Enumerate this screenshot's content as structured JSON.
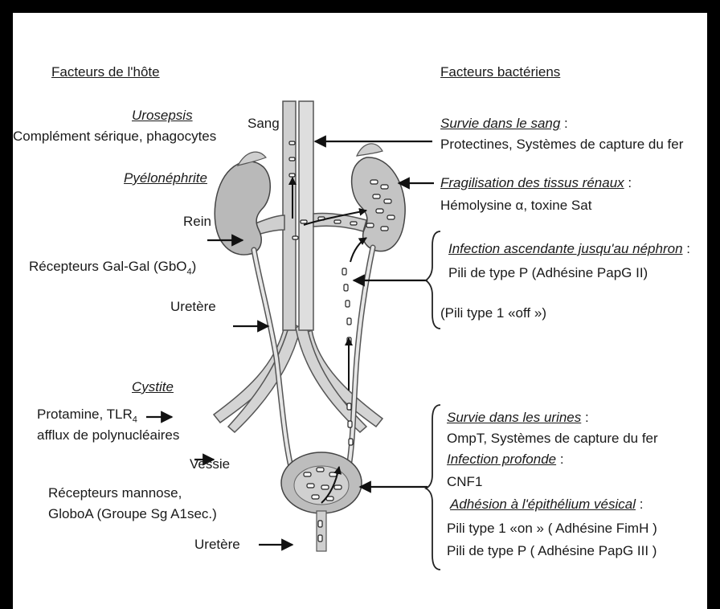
{
  "headings": {
    "host": "Facteurs de l'hôte",
    "bacterial": "Facteurs bactériens"
  },
  "left": {
    "urosepsis_title": "Urosepsis",
    "urosepsis_text": "Complément sérique, phagocytes",
    "pyelo_title": "Pyélonéphrite",
    "rein": "Rein",
    "receptors_galgal": "Récepteurs Gal-Gal (GbO",
    "receptors_galgal_sub": "4",
    "receptors_galgal_end": ")",
    "uretere_top": "Uretère",
    "cystite_title": "Cystite",
    "protamine": "Protamine, TLR",
    "protamine_sub": "4",
    "afflux": "afflux de polynucléaires",
    "vessie": "Vessie",
    "mannose": "Récepteurs mannose,",
    "globoa": "GloboA (Groupe Sg A1sec.)",
    "uretere_bottom": "Uretère"
  },
  "center": {
    "sang": "Sang"
  },
  "right": {
    "survie_sang_title": "Survie dans le sang",
    "survie_sang_text": "Protectines, Systèmes de capture du fer",
    "fragilisation_title": "Fragilisation des tissus rénaux",
    "fragilisation_text": "Hémolysine α, toxine Sat",
    "ascendante_title": "Infection ascendante jusqu'au néphron",
    "pili_p_papg2": "Pili de type P (Adhésine PapG II)",
    "pili_1_off": "(Pili type 1 «off »)",
    "survie_urines_title": "Survie dans les urines",
    "survie_urines_text": "OmpT, Systèmes de capture du fer",
    "profonde_title": "Infection profonde",
    "cnf1": "CNF1",
    "adhesion_title": "Adhésion à l'épithélium vésical",
    "pili_1_on": "Pili type 1 «on » ( Adhésine FimH )",
    "pili_p_papg3": "Pili de type P ( Adhésine PapG III )"
  },
  "colors": {
    "frame": "#000000",
    "background": "#ffffff",
    "organ_fill": "#b9b9b9",
    "vessel_fill": "#d6d6d6",
    "text": "#1a1a1a"
  }
}
